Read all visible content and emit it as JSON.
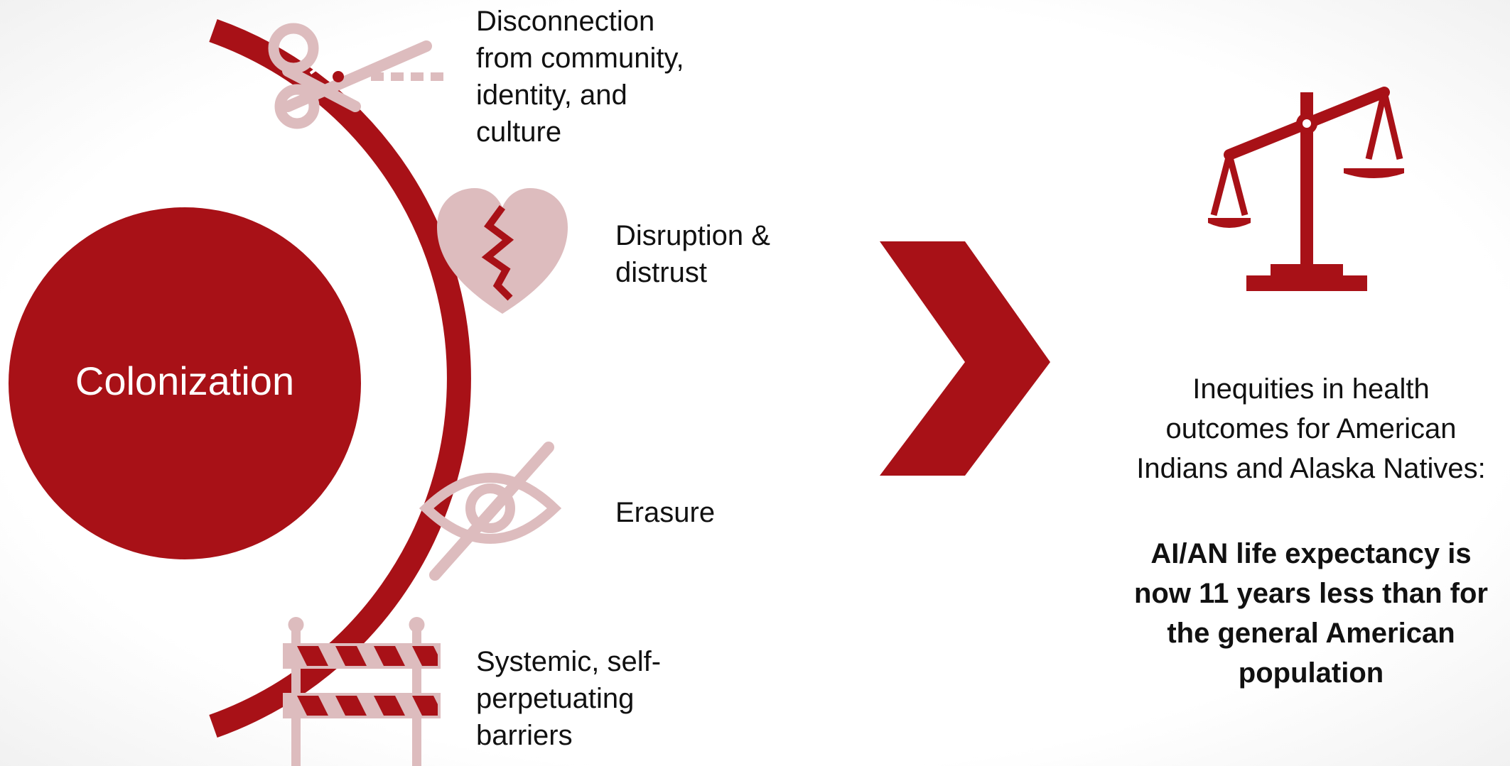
{
  "root": {
    "label": "Colonization"
  },
  "arc_items": [
    {
      "label_lines": [
        "Disconnection",
        "from community,",
        "identity, and",
        "culture"
      ],
      "icon": "scissors-icon"
    },
    {
      "label_lines": [
        "Disruption &",
        "distrust"
      ],
      "icon": "broken-heart-icon"
    },
    {
      "label_lines": [
        "Erasure"
      ],
      "icon": "crossed-eye-icon"
    },
    {
      "label_lines": [
        "Systemic, self-",
        "perpetuating",
        "barriers"
      ],
      "icon": "barricade-icon"
    }
  ],
  "outcome": {
    "icon": "scales-icon",
    "description_lines": [
      "Inequities in health",
      "outcomes for American",
      "Indians and Alaska Natives:"
    ],
    "emphasis_lines": [
      "AI/AN life expectancy is",
      "now 11 years less than for",
      "the general American",
      "population"
    ]
  },
  "colors": {
    "primary_red": "#A81117",
    "icon_pink": "#DDBCBE",
    "text": "#111111"
  }
}
